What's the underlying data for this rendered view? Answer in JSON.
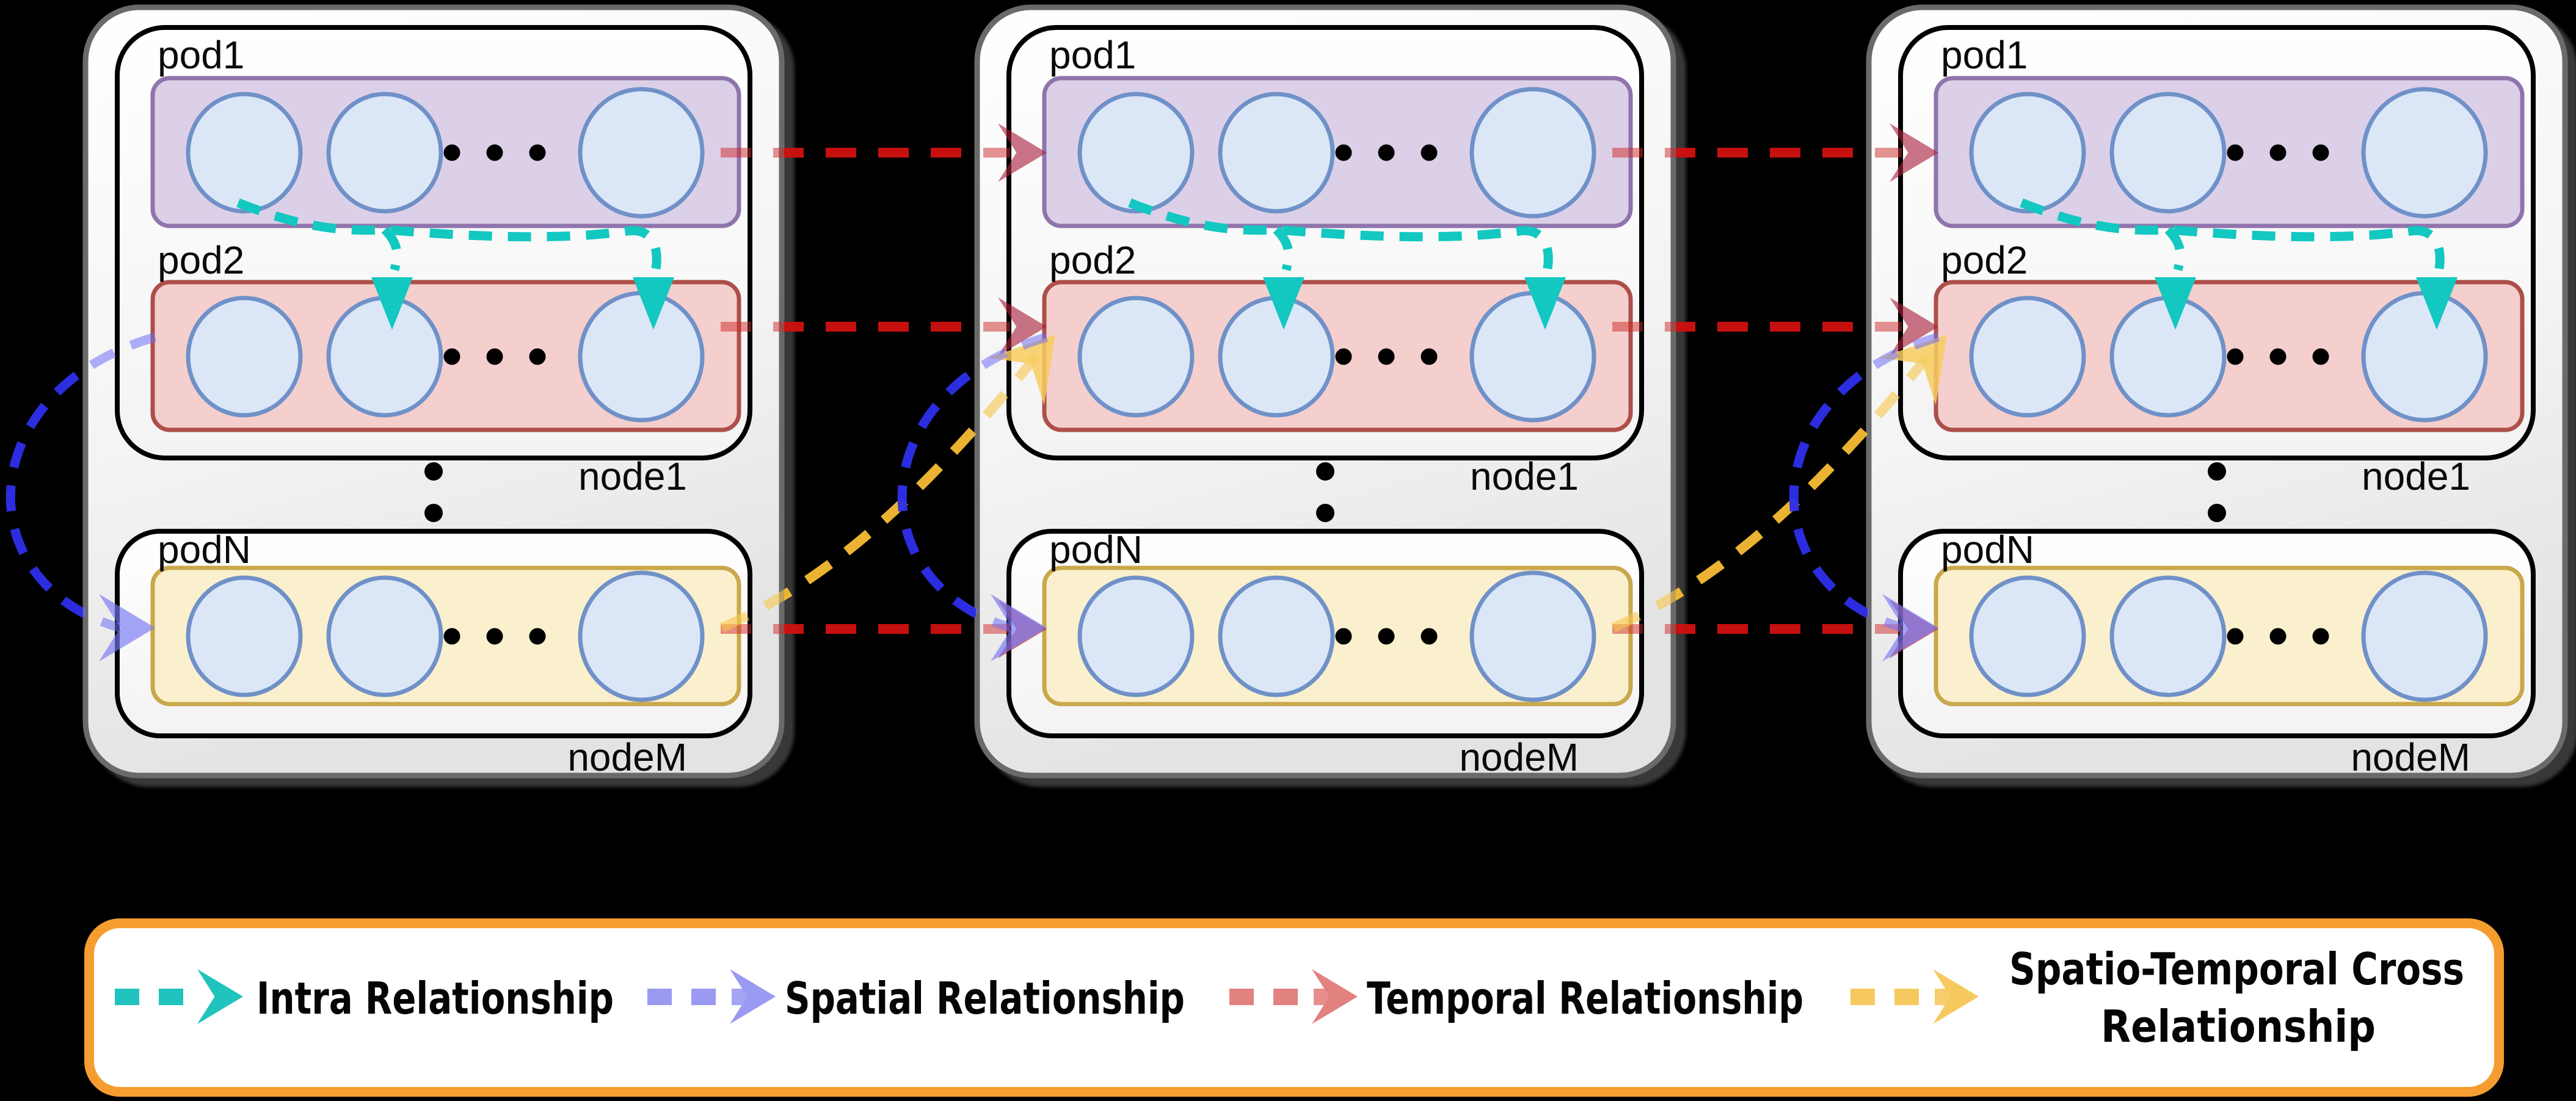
{
  "figure": {
    "background": "#000000",
    "type": "spatio-temporal pod/node architecture diagram",
    "timesteps": 3
  },
  "columns": [
    {
      "name": "timestep-1",
      "nodes": [
        {
          "label": "node1",
          "pods": [
            {
              "label": "pod1",
              "unit_count": 3,
              "fill": "#dcd0e8",
              "border": "#8f74ad"
            },
            {
              "label": "pod2",
              "unit_count": 3,
              "fill": "#f4cfcd",
              "border": "#ad4f49"
            }
          ]
        },
        {
          "label": "nodeM",
          "pods": [
            {
              "label": "podN",
              "unit_count": 3,
              "fill": "#fbf0cd",
              "border": "#c9a84c"
            }
          ]
        }
      ]
    },
    {
      "name": "timestep-2",
      "nodes": [
        {
          "label": "node1",
          "pods": [
            {
              "label": "pod1",
              "unit_count": 3,
              "fill": "#dcd0e8",
              "border": "#8f74ad"
            },
            {
              "label": "pod2",
              "unit_count": 3,
              "fill": "#f4cfcd",
              "border": "#ad4f49"
            }
          ]
        },
        {
          "label": "nodeM",
          "pods": [
            {
              "label": "podN",
              "unit_count": 3,
              "fill": "#fbf0cd",
              "border": "#c9a84c"
            }
          ]
        }
      ]
    },
    {
      "name": "timestep-3",
      "nodes": [
        {
          "label": "node1",
          "pods": [
            {
              "label": "pod1",
              "unit_count": 3,
              "fill": "#dcd0e8",
              "border": "#8f74ad"
            },
            {
              "label": "pod2",
              "unit_count": 3,
              "fill": "#f4cfcd",
              "border": "#ad4f49"
            }
          ]
        },
        {
          "label": "nodeM",
          "pods": [
            {
              "label": "podN",
              "unit_count": 3,
              "fill": "#fbf0cd",
              "border": "#c9a84c"
            }
          ]
        }
      ]
    }
  ],
  "unit_circle": {
    "fill": "#dbe7f7",
    "border": "#7091c8"
  },
  "pod_ellipsis_dots": 3,
  "node_ellipsis_dots": 2,
  "relationships": [
    {
      "name": "intra",
      "color": "#12c8c0",
      "from": "pod1",
      "to": "pod2"
    },
    {
      "name": "spatial",
      "color": "#2b2be6",
      "from": "pod2",
      "to": "podN"
    },
    {
      "name": "temporal",
      "color": "#ce0f0f",
      "from": "pod t",
      "to": "pod t+1"
    },
    {
      "name": "spatio-temporal-cross",
      "color": "#f2b832",
      "from": "podN t",
      "to": "pod2 t+1"
    }
  ],
  "legend": {
    "border_color": "#f59d30",
    "items": [
      {
        "name": "intra",
        "label": "Intra Relationship",
        "color": "#20c3bd"
      },
      {
        "name": "spatial",
        "label": "Spatial Relationship",
        "color": "#9a9af2"
      },
      {
        "name": "temporal",
        "label": "Temporal Relationship",
        "color": "#e28280"
      },
      {
        "name": "spatio-temporal-cross",
        "label": "Spatio-Temporal Cross Relationship",
        "label_lines": [
          "Spatio-Temporal Cross",
          "Relationship"
        ],
        "color": "#f6c95e"
      }
    ]
  }
}
